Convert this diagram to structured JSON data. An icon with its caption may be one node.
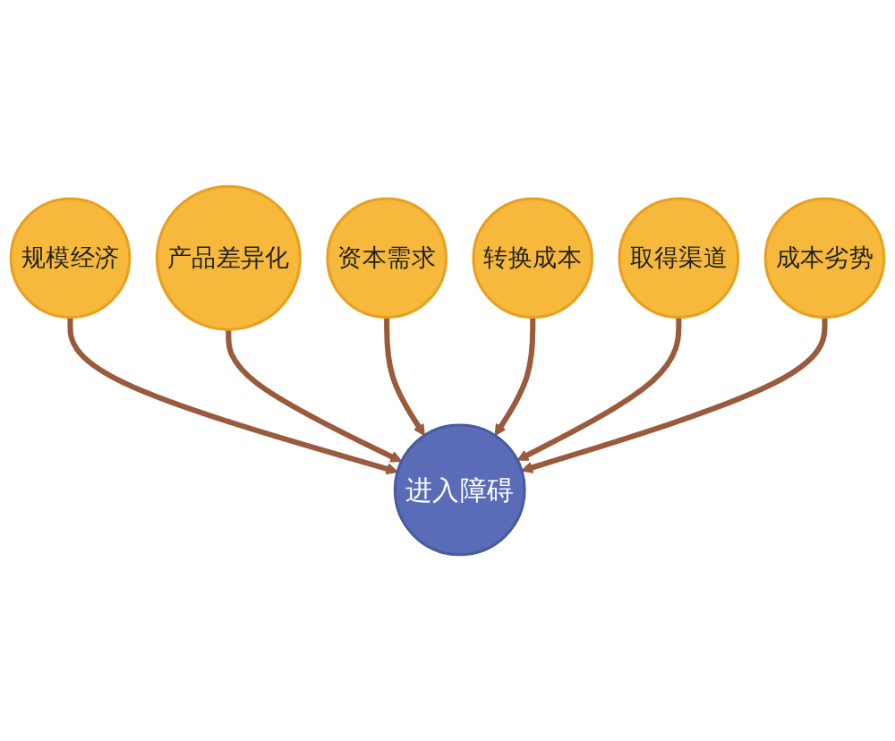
{
  "diagram": {
    "nodes": [
      {
        "text": [
          "规模经济"
        ]
      },
      {
        "text": [
          "产品差异化"
        ]
      },
      {
        "text": [
          "资本需求"
        ]
      },
      {
        "text": [
          "进入障碍"
        ]
      },
      {
        "text": [
          "转换成本"
        ]
      },
      {
        "text": [
          "取得渠道"
        ]
      },
      {
        "text": [
          "成本劣势"
        ]
      }
    ],
    "edges": [
      {
        "from": 0,
        "to": 3,
        "arrow": "to"
      },
      {
        "from": 1,
        "to": 3,
        "arrow": "to"
      },
      {
        "from": 2,
        "to": 3,
        "arrow": "to"
      },
      {
        "from": 4,
        "to": 3,
        "arrow": "to"
      },
      {
        "from": 5,
        "to": 3,
        "arrow": "to"
      },
      {
        "from": 6,
        "to": 3,
        "arrow": "to"
      }
    ]
  }
}
